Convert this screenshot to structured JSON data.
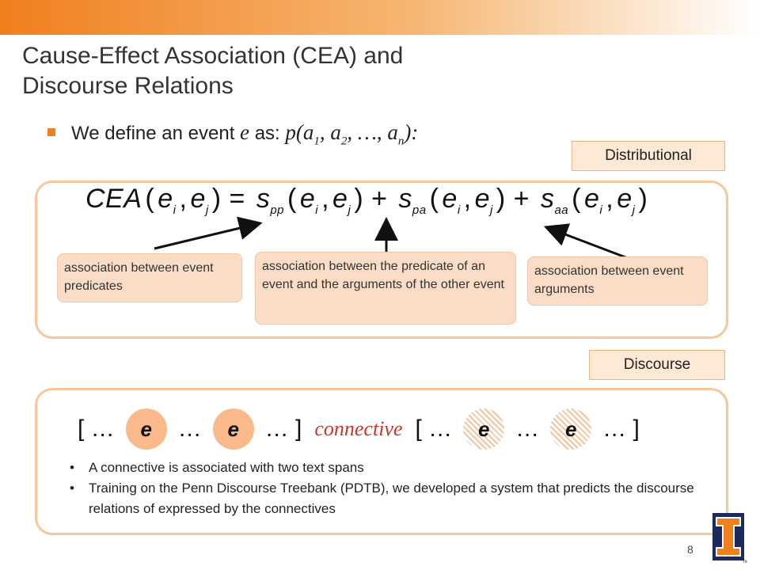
{
  "slide": {
    "title_line1": "Cause-Effect Association (CEA) and",
    "title_line2": "Discourse Relations",
    "bullet_prefix": "We define an event",
    "bullet_var": "e",
    "bullet_mid": "as:",
    "bullet_formula": "p(a",
    "bullet_formula_rest": ", a",
    "bullet_formula_tail": ", …, a",
    "bullet_formula_end": "):",
    "sub1": "1",
    "sub2": "2",
    "subn": "n",
    "page_number": "8"
  },
  "tags": {
    "distributional": "Distributional",
    "discourse": "Discourse"
  },
  "equation": {
    "lhs": "CEA(e",
    "text": "CEA(ei, ej) = spp(ei, ej) + spa(ei, ej) + saa(ei, ej)"
  },
  "callouts": {
    "predicates": "association between event predicates",
    "predicate_args": "association between the predicate of an event and the arguments of the other event",
    "arguments": "association between event arguments"
  },
  "discourse_row": {
    "open1": "[ …",
    "mid1": "…",
    "mid2": "… ]",
    "connective": "connective",
    "open2": "[ …",
    "mid3": "…",
    "close2": "… ]",
    "event": "e"
  },
  "notes": [
    "A connective is associated with two text spans",
    "Training on the Penn Discourse Treebank (PDTB), we developed a system that predicts the discourse relations of expressed by the connectives"
  ],
  "colors": {
    "accent": "#f07f1e",
    "panel_border": "#f7c79c",
    "callout_fill": "#fbdcc6",
    "logo_navy": "#1b2a5c",
    "logo_orange": "#f07f1e"
  },
  "icons": {
    "logo": "university-block-i-logo"
  }
}
